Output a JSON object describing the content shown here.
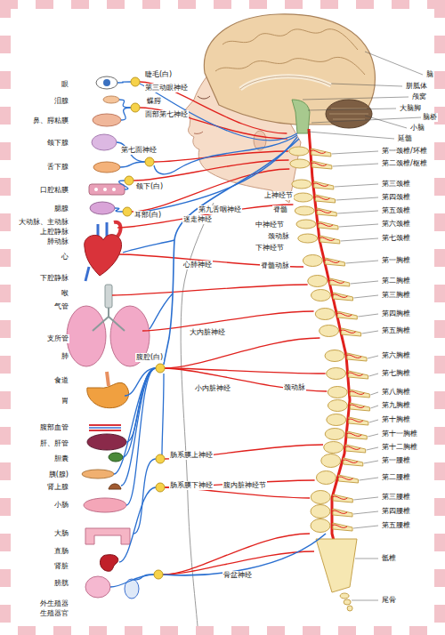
{
  "diagram": {
    "labels": [
      "眼",
      "泪腺",
      "鼻、腭粘膜",
      "颌下腺",
      "舌下腺",
      "口腔粘膜",
      "腮腺",
      "大动脉、主动脉",
      "上腔静脉",
      "肺动脉",
      "心",
      "下腔静脉",
      "喉",
      "气管",
      "支所管",
      "肺",
      "食道",
      "胃",
      "腹部血管",
      "肝、肝管",
      "胆囊",
      "胰(腺)",
      "肾上腺",
      "小肠",
      "大肠",
      "直肠",
      "肾脏",
      "膀胱",
      "外生殖器",
      "生殖器官",
      "睫毛(白)",
      "第三动眼神经",
      "蝶腭",
      "面部第七神经",
      "第七面神经",
      "颌下(白)",
      "耳部(白)",
      "第九舌咽神经",
      "迷走神经",
      "上神经节",
      "脊髓",
      "中神经节",
      "颈动脉",
      "下神经节",
      "脊髓动脉",
      "心肺神经",
      "大内脏神经",
      "腹腔(白)",
      "小内脏神经",
      "颈动脉",
      "肠系膜上神经",
      "肠系膜下神经",
      "腹内脏神经节",
      "骨盆神经",
      "脑",
      "胼胝体",
      "颅窝",
      "大脑脚",
      "脑桥",
      "小脑",
      "延髓",
      "第一颈椎/环椎",
      "第二颈椎/枢椎",
      "第三颈椎",
      "第四颈椎",
      "第五颈椎",
      "第六颈椎",
      "第七颈椎",
      "第一胸椎",
      "第二胸椎",
      "第三胸椎",
      "第四胸椎",
      "第五胸椎",
      "第六胸椎",
      "第七胸椎",
      "第八胸椎",
      "第九胸椎",
      "第十胸椎",
      "第十一胸椎",
      "第十二胸椎",
      "第一腰椎",
      "第二腰椎",
      "第三腰椎",
      "第四腰椎",
      "第五腰椎",
      "骶椎",
      "尾骨"
    ]
  }
}
